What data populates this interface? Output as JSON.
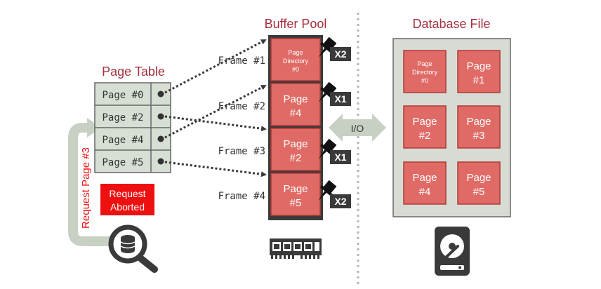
{
  "colors": {
    "title": "#a6303f",
    "page_fill": "#e06b66",
    "page_stroke": "#b03a36",
    "table_fill": "#d7dfd4",
    "file_fill": "#d6dcd3",
    "dark": "#3a3a3a",
    "abort": "#ee1010",
    "arrow_gray": "#c8d0c4",
    "pin": "#111111"
  },
  "page_table": {
    "title": "Page Table",
    "rows": [
      "Page #0",
      "Page #2",
      "Page #4",
      "Page #5"
    ]
  },
  "buffer_pool": {
    "title": "Buffer Pool",
    "frames": [
      {
        "label": "Frame #1",
        "page_lines": [
          "Page",
          "Directory",
          "#0"
        ],
        "pin_count": "X2"
      },
      {
        "label": "Frame #2",
        "page_lines": [
          "Page",
          "#4"
        ],
        "pin_count": "X1"
      },
      {
        "label": "Frame #3",
        "page_lines": [
          "Page",
          "#2"
        ],
        "pin_count": "X1"
      },
      {
        "label": "Frame #4",
        "page_lines": [
          "Page",
          "#5"
        ],
        "pin_count": "X2"
      }
    ],
    "memory_icon": "ram-icon"
  },
  "io_label": "I/O",
  "database_file": {
    "title": "Database File",
    "pages": [
      [
        "Page",
        "Directory",
        "#0"
      ],
      [
        "Page",
        "#1"
      ],
      [
        "Page",
        "#2"
      ],
      [
        "Page",
        "#3"
      ],
      [
        "Page",
        "#4"
      ],
      [
        "Page",
        "#5"
      ]
    ],
    "disk_icon": "hard-disk-icon"
  },
  "request": {
    "label": "Request Page #3",
    "aborted_lines": [
      "Request",
      "Aborted"
    ],
    "icon": "database-search-icon"
  },
  "connections": [
    {
      "from_row": 0,
      "to_frame": 0
    },
    {
      "from_row": 1,
      "to_frame": 2
    },
    {
      "from_row": 2,
      "to_frame": 1
    },
    {
      "from_row": 3,
      "to_frame": 3
    }
  ]
}
